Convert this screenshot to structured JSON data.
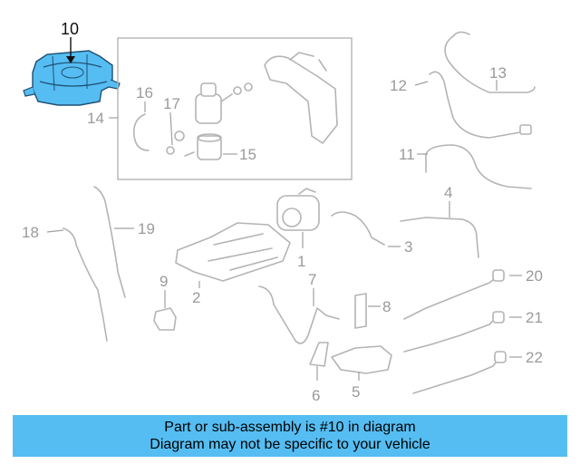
{
  "diagram": {
    "highlight_color": "#55bdf2",
    "callouts": {
      "c10": "10",
      "c1": "1",
      "c2": "2",
      "c3": "3",
      "c4": "4",
      "c5": "5",
      "c6": "6",
      "c7": "7",
      "c8": "8",
      "c9": "9",
      "c11": "11",
      "c12": "12",
      "c13": "13",
      "c14": "14",
      "c15": "15",
      "c16": "16",
      "c17": "17",
      "c18": "18",
      "c19": "19",
      "c20": "20",
      "c21": "21",
      "c22": "22"
    }
  },
  "banner": {
    "line1": "Part or sub-assembly is #10 in diagram",
    "line2": "Diagram may not be specific to your vehicle",
    "color": "#55bdf2"
  }
}
